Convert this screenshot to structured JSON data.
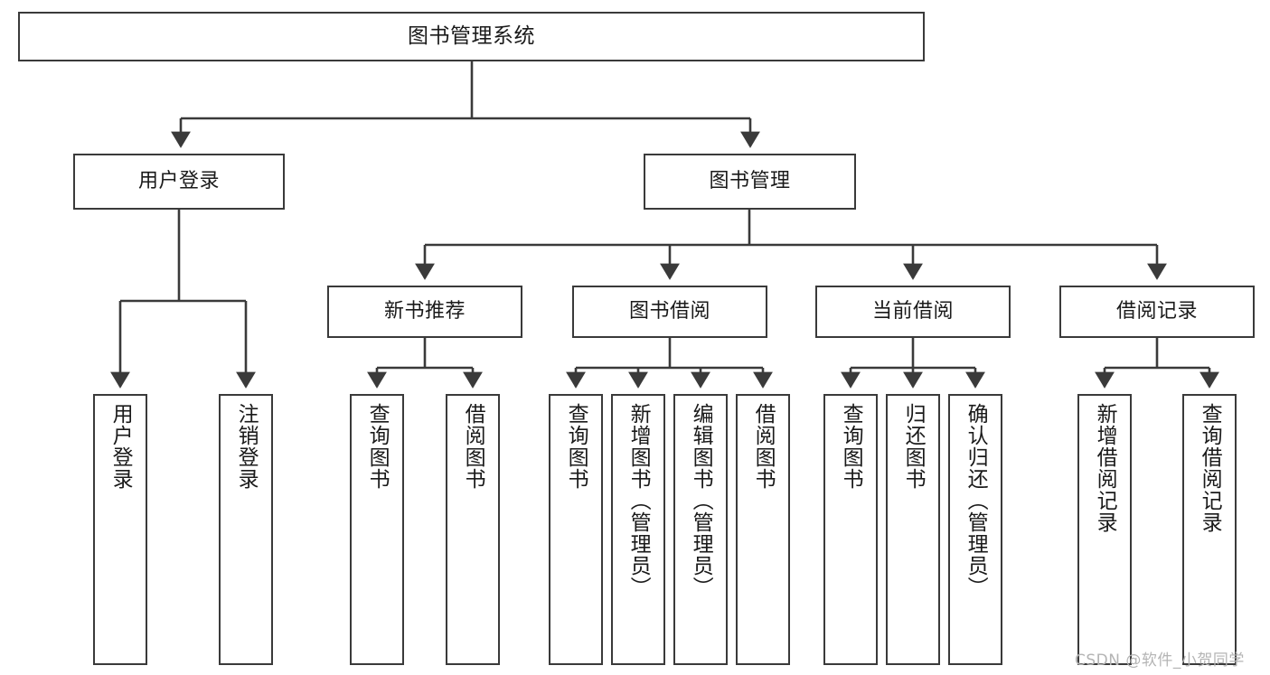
{
  "diagram": {
    "type": "tree-hierarchy-chart",
    "title": "图书管理系统",
    "style": {
      "box_border_color": "#3a3a3a",
      "box_fill_color": "#ffffff",
      "edge_color": "#3a3a3a",
      "text_color": "#1a1a1a",
      "background": "#ffffff",
      "watermark_color": "#b4b4b4"
    },
    "nodes": {
      "root": {
        "label": "图书管理系统"
      },
      "level2": [
        {
          "id": "user-login",
          "label": "用户登录"
        },
        {
          "id": "book-manage",
          "label": "图书管理"
        }
      ],
      "level3": [
        {
          "id": "new-book-recommend",
          "label": "新书推荐"
        },
        {
          "id": "book-borrow",
          "label": "图书借阅"
        },
        {
          "id": "current-borrow",
          "label": "当前借阅"
        },
        {
          "id": "borrow-record",
          "label": "借阅记录"
        }
      ],
      "leaves": [
        {
          "id": "leaf-user-login",
          "parent": "user-login",
          "label": "用户登录"
        },
        {
          "id": "leaf-logout-login",
          "parent": "user-login",
          "label": "注销登录"
        },
        {
          "id": "leaf-query-book-1",
          "parent": "new-book-recommend",
          "label": "查询图书"
        },
        {
          "id": "leaf-borrow-book-1",
          "parent": "new-book-recommend",
          "label": "借阅图书"
        },
        {
          "id": "leaf-query-book-2",
          "parent": "book-borrow",
          "label": "查询图书"
        },
        {
          "id": "leaf-add-book",
          "parent": "book-borrow",
          "label": "新增图书（管理员）"
        },
        {
          "id": "leaf-edit-book",
          "parent": "book-borrow",
          "label": "编辑图书（管理员）"
        },
        {
          "id": "leaf-borrow-book-2",
          "parent": "book-borrow",
          "label": "借阅图书"
        },
        {
          "id": "leaf-query-book-3",
          "parent": "current-borrow",
          "label": "查询图书"
        },
        {
          "id": "leaf-return-book",
          "parent": "current-borrow",
          "label": "归还图书"
        },
        {
          "id": "leaf-confirm-return",
          "parent": "current-borrow",
          "label": "确认归还（管理员）"
        },
        {
          "id": "leaf-add-record",
          "parent": "borrow-record",
          "label": "新增借阅记录"
        },
        {
          "id": "leaf-query-record",
          "parent": "borrow-record",
          "label": "查询借阅记录"
        }
      ]
    },
    "watermark": "CSDN @软件_小贺同学"
  }
}
